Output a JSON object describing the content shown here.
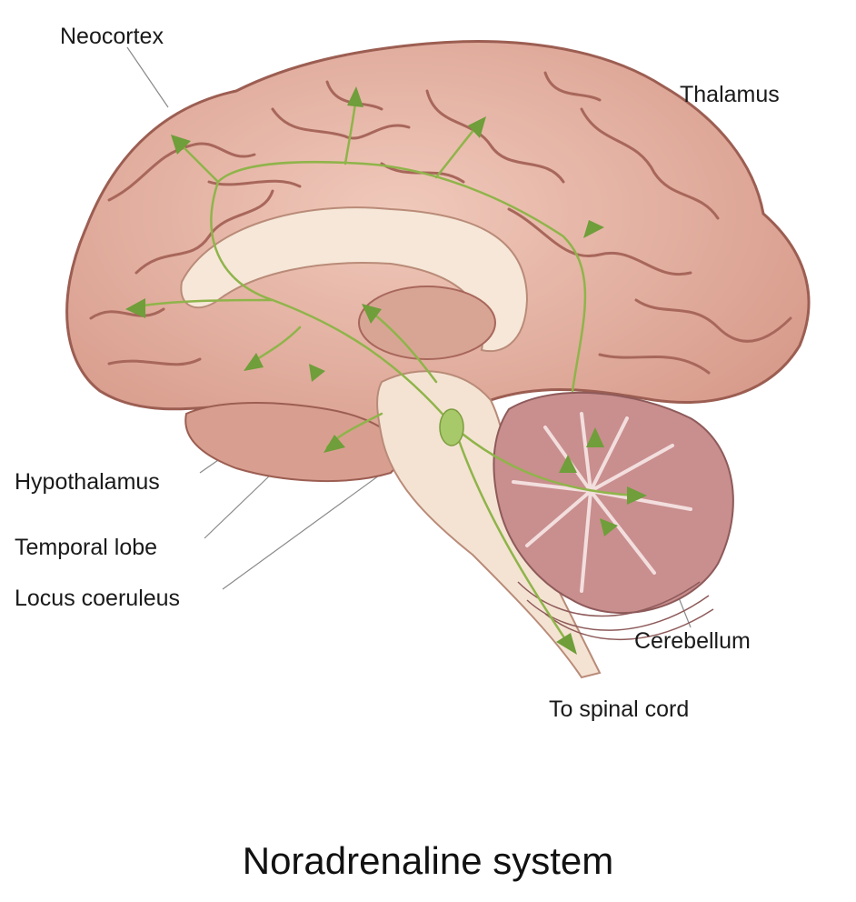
{
  "labels": {
    "neocortex": "Neocortex",
    "thalamus": "Thalamus",
    "hypothalamus": "Hypothalamus",
    "temporal_lobe": "Temporal lobe",
    "locus_coeruleus": "Locus coeruleus",
    "cerebellum": "Cerebellum",
    "spinal_cord": "To spinal cord"
  },
  "caption": "Noradrenaline system",
  "colors": {
    "cortex": "#e6b4a4",
    "cortex_dark": "#a8675b",
    "white_matter": "#f4e3d3",
    "pathway": "#8fb44a",
    "arrow": "#6f9e3a"
  }
}
